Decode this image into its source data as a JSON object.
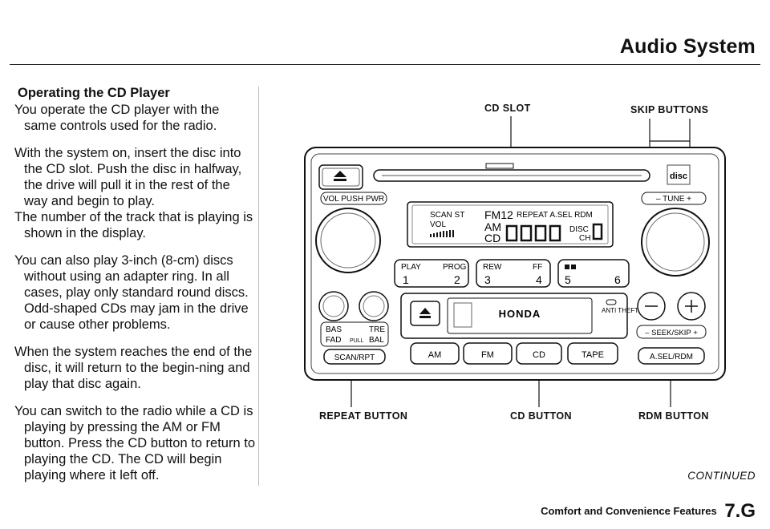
{
  "header": {
    "title": "Audio System"
  },
  "content": {
    "heading": "Operating the CD Player",
    "paragraphs": [
      "You operate the CD player with the same controls used for the radio.",
      "With the system on, insert the disc into the CD slot. Push the disc in halfway, the drive will pull it in the rest of the way and begin to play.",
      "The number of the track that is playing is shown in the display.",
      "You can also play 3-inch (8-cm) discs without using an adapter ring. In all cases, play only standard round discs. Odd-shaped CDs may jam in the drive or cause other problems.",
      "When the system reaches the end of the disc, it will return to the begin-ning and play that disc again.",
      "You can switch to the radio while a CD is playing by pressing the AM or FM button. Press the CD button to return to playing the CD. The CD will begin playing where it left off."
    ]
  },
  "diagram": {
    "callouts": {
      "cd_slot": "CD SLOT",
      "skip_buttons": "SKIP BUTTONS",
      "repeat_button": "REPEAT BUTTON",
      "cd_button": "CD BUTTON",
      "rdm_button": "RDM BUTTON"
    },
    "unit": {
      "vol_label": "VOL PUSH PWR",
      "tune_label": "– TUNE +",
      "display": {
        "scan_st": "SCAN ST",
        "fm": "FM12",
        "repeat": "REPEAT A.SEL RDM",
        "vol": "VOL",
        "am": "AM",
        "cd": "CD",
        "disc": "DISC",
        "ch": "CH"
      },
      "presets": [
        {
          "top_left": "PLAY",
          "top_right": "PROG",
          "left": "1",
          "right": "2"
        },
        {
          "top_left": "REW",
          "top_right": "FF",
          "left": "3",
          "right": "4"
        },
        {
          "top_left": "",
          "top_right": "",
          "left": "5",
          "right": "6"
        }
      ],
      "brand": "HONDA",
      "anti_theft": "ANTI THEFT",
      "bas": "BAS",
      "tre": "TRE",
      "fad": "FAD",
      "pull": "PULL",
      "bal": "BAL",
      "scan_rpt": "SCAN/RPT",
      "band_buttons": [
        "AM",
        "FM",
        "CD",
        "TAPE"
      ],
      "seek_skip": "– SEEK/SKIP +",
      "asel_rdm": "A.SEL/RDM"
    }
  },
  "continued": "CONTINUED",
  "footer": {
    "section": "Comfort and Convenience Features",
    "page": "7.G"
  }
}
